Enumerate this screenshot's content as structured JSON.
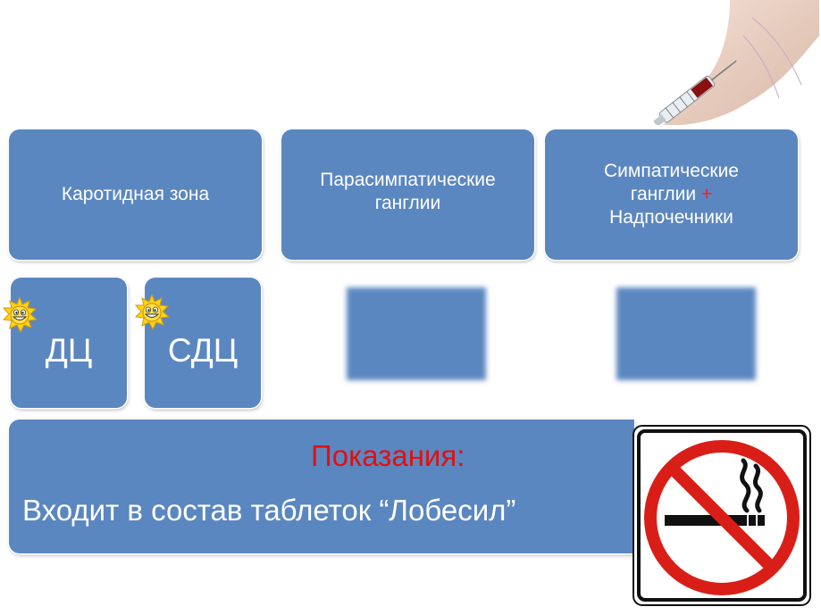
{
  "top_boxes": {
    "carotid": "Каротидная зона",
    "parasympathetic": "Парасимпатические ганглии",
    "sympathetic_line1": "Симпатические",
    "sympathetic_line2": "ганглии",
    "sympathetic_plus": "+",
    "sympathetic_line3": "Надпочечники"
  },
  "small_boxes": {
    "dc": "ДЦ",
    "sdc": "СДЦ"
  },
  "bottom": {
    "title": "Показания:",
    "description": "Входит в состав таблеток “Лобесил”"
  },
  "icons": {
    "sun": "smiling-sun-icon",
    "arm": "arm-injection-icon",
    "no_smoking": "no-smoking-sign-icon"
  },
  "colors": {
    "box": "#5b87c0",
    "accent_red": "#e01010"
  }
}
